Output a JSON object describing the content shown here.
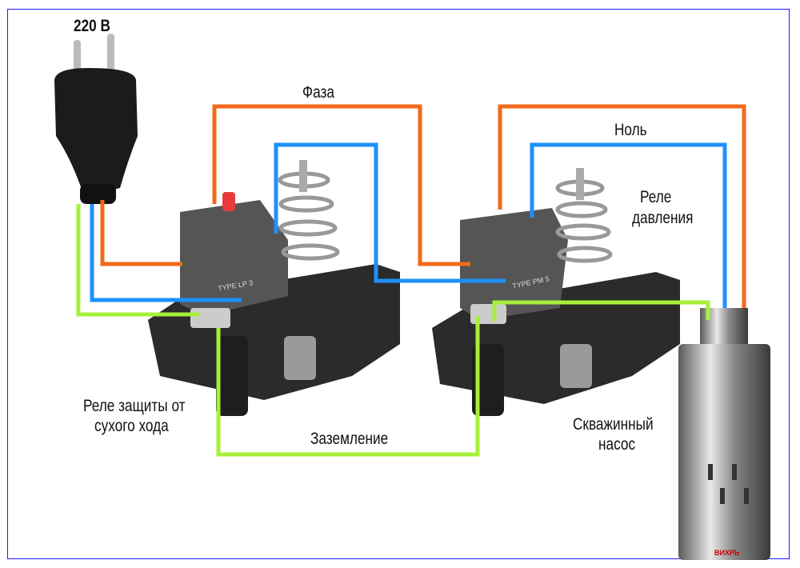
{
  "labels": {
    "voltage": "220 В",
    "phase": "Фаза",
    "neutral": "Ноль",
    "pressure_relay_1": "Реле",
    "pressure_relay_2": "давления",
    "dry_run_1": "Реле защиты от",
    "dry_run_2": "сухого хода",
    "ground": "Заземление",
    "pump_1": "Скважинный",
    "pump_2": "насос"
  },
  "device_markings": {
    "relay1_type": "TYPE LP 3",
    "relay2_type": "TYPE PM 5",
    "pump_brand": "ВИХРЬ"
  },
  "colors": {
    "phase": "#f26a1b",
    "neutral": "#1e90ff",
    "ground": "#a6f03a",
    "frame": "#1a1aff"
  }
}
